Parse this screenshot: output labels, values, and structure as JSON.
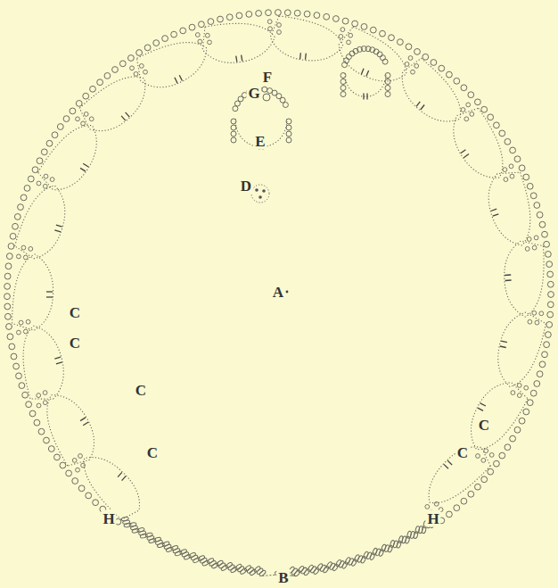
{
  "diagram": {
    "labels": [
      "F",
      "G",
      "E",
      "D",
      "A",
      "C",
      "C",
      "C",
      "C",
      "C",
      "C",
      "H",
      "H",
      "B"
    ]
  }
}
